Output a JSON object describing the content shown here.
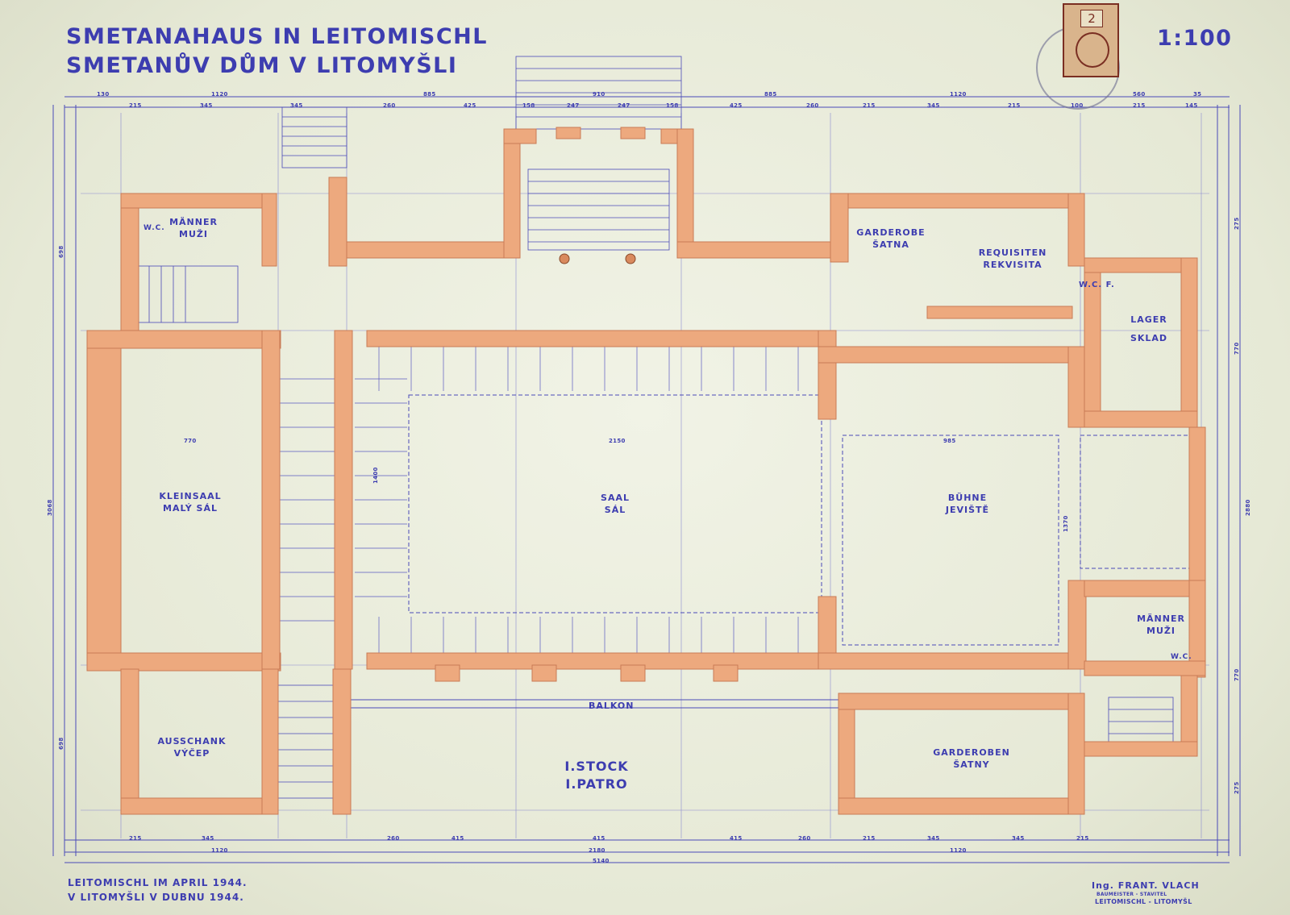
{
  "title": {
    "line1": "SMETANAHAUS IN LEITOMISCHL",
    "line2": "SMETANŮV DŮM V LITOMYŠLI"
  },
  "scale": "1:100",
  "stamp": {
    "number": "2"
  },
  "floor": {
    "line1": "I.STOCK",
    "line2": "I.PATRO"
  },
  "rooms": {
    "maenner_top": {
      "de": "MÄNNER",
      "cz": "MUŽI"
    },
    "wc_top_left": "W.C.",
    "garderobe_top": {
      "de": "GARDEROBE",
      "cz": "ŠATNA"
    },
    "requisiten": {
      "de": "REQUISITEN",
      "cz": "REKVISITA"
    },
    "wc_f": "W.C. F.",
    "lager": {
      "de": "LAGER",
      "cz": "SKLAD"
    },
    "kleinsaal": {
      "de": "KLEINSAAL",
      "cz": "MALÝ SÁL"
    },
    "saal": {
      "de": "SAAL",
      "cz": "SÁL"
    },
    "buehne": {
      "de": "BÜHNE",
      "cz": "JEVIŠTĚ"
    },
    "maenner_right": {
      "de": "MÄNNER",
      "cz": "MUŽI"
    },
    "wc_right": "W.C.",
    "ausschank": {
      "de": "AUSSCHANK",
      "cz": "VÝČEP"
    },
    "balkon": "BALKON",
    "garderoben": {
      "de": "GARDEROBEN",
      "cz": "ŠATNY"
    }
  },
  "dimensions": {
    "top_outer": [
      "130",
      "1120",
      "885",
      "910",
      "885",
      "1120",
      "560",
      "35"
    ],
    "top_inner": [
      "215",
      "345",
      "345",
      "260",
      "425",
      "158",
      "247",
      "247",
      "158",
      "425",
      "260",
      "215",
      "345",
      "215",
      "100",
      "215",
      "145"
    ],
    "bottom_inner": [
      "215",
      "345",
      "260",
      "415",
      "415",
      "415",
      "260",
      "215",
      "345",
      "345",
      "215"
    ],
    "bottom_mid": [
      "1120",
      "2180",
      "1120"
    ],
    "bottom_total": "5140",
    "left": [
      "698",
      "3068",
      "698"
    ],
    "right": [
      "275",
      "770",
      "2880",
      "770",
      "275"
    ],
    "saal_width": "2150",
    "buehne_width": "985",
    "kleinsaal_width": "770",
    "saal_height": "1400",
    "buehne_height": "1370"
  },
  "footer": {
    "date_de": "LEITOMISCHL IM APRIL 1944.",
    "date_cz": "V LITOMYŠLI V DUBNU 1944.",
    "architect": "Ing. FRANT. VLACH",
    "profession": "BAUMEISTER - STAVITEL",
    "city": "LEITOMISCHL - LITOMYŠL"
  },
  "colors": {
    "ink": "#3d3db0",
    "wall": "#eda97e",
    "wall_edge": "#c97b55",
    "paper": "#eceedf",
    "stamp": "#7a2e22"
  }
}
